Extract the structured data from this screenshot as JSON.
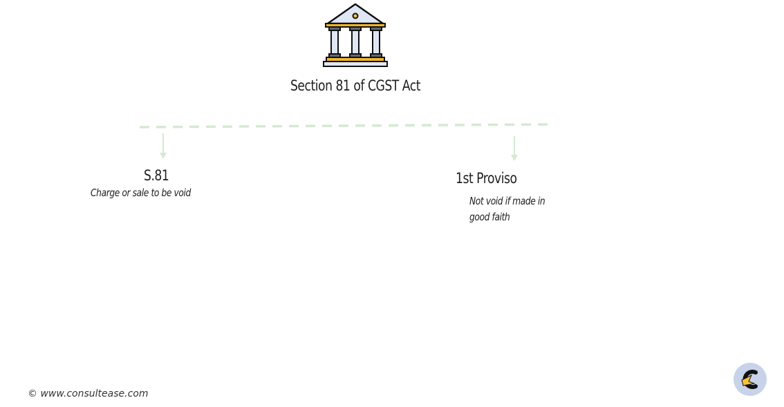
{
  "diagram": {
    "root": {
      "title": "Section 81 of CGST Act",
      "icon": "government-building-icon"
    },
    "branches": [
      {
        "title": "S.81",
        "subtitle": "Charge or sale to be void"
      },
      {
        "title": "1st Proviso",
        "subtitle": "Not void if made in good faith"
      }
    ],
    "connector_color": "#d3ead0"
  },
  "footer": {
    "copyright": "© www.consultease.com",
    "logo_icon": "consultease-logo-icon"
  }
}
